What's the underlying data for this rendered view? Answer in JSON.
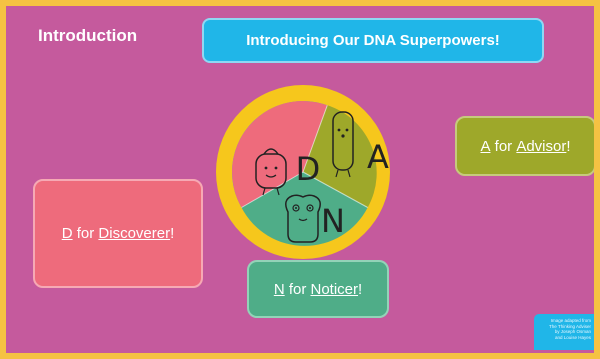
{
  "slide": {
    "title": "Introduction",
    "banner": "Introducing Our DNA Superpowers!"
  },
  "wheel": {
    "letters": [
      "D",
      "A",
      "N"
    ],
    "colors": {
      "ring": "#f6c71c",
      "inner_ring": "#26b1d9",
      "d": "#ee6b7c",
      "a": "#9ea82a",
      "n": "#4fad88"
    }
  },
  "advisor": {
    "letter": "A",
    "connector": " for ",
    "word": "Advisor",
    "suffix": "!"
  },
  "discoverer": {
    "letter": "D",
    "connector": " for ",
    "word": "Discoverer",
    "suffix": "!"
  },
  "noticer": {
    "letter": "N",
    "connector": " for ",
    "word": "Noticer",
    "suffix": "!"
  },
  "credit": {
    "lines": [
      "Image adapted from",
      "The Thinking Adviser",
      "by Joseph Osman",
      "and Louise Hayes"
    ]
  }
}
